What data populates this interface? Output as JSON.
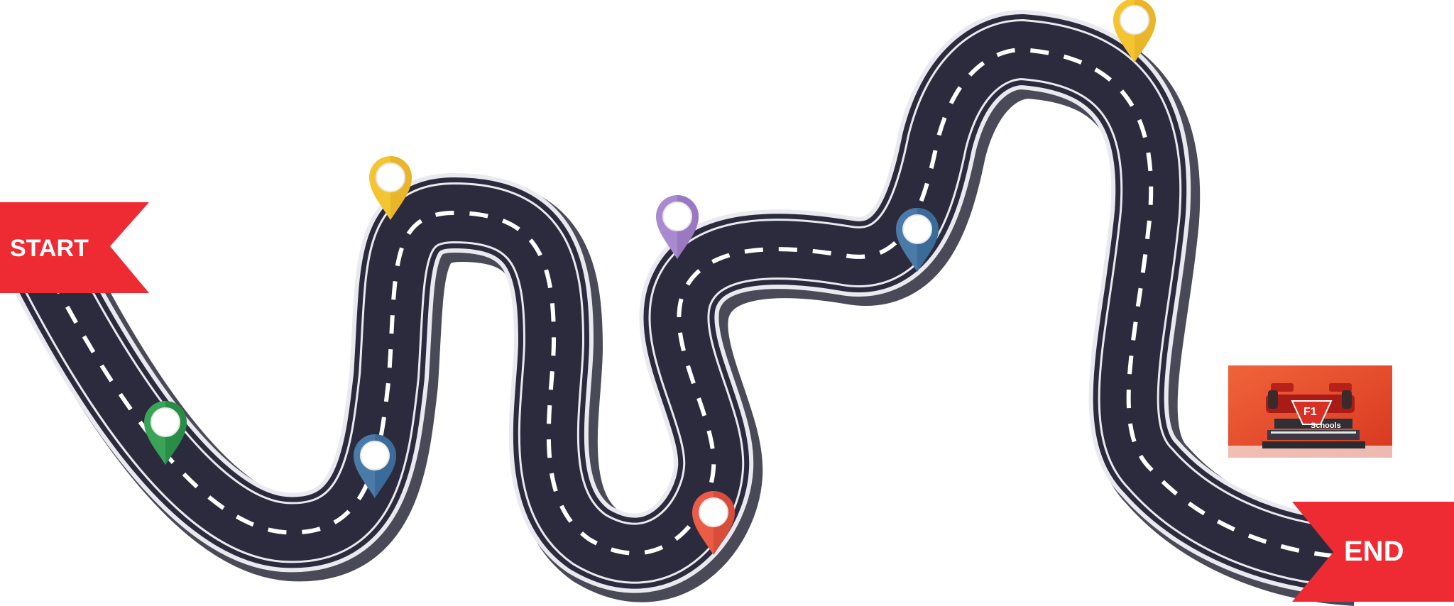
{
  "road": {
    "start_label": "START",
    "end_label": "END",
    "colors": {
      "asphalt": "#2c2b3d",
      "shadow": "#4a4958",
      "edge_line": "#e9e9ef",
      "dash": "#ffffff",
      "ribbon": "#ee2b32"
    }
  },
  "pins": [
    {
      "name": "green-map-pin-icon",
      "color": "#39a457",
      "dark": "#1d7a3a"
    },
    {
      "name": "blue-map-pin-icon",
      "color": "#4a7ba8",
      "dark": "#2f5f8a"
    },
    {
      "name": "yellow-map-pin-icon",
      "color": "#f4c531",
      "dark": "#e0a722"
    },
    {
      "name": "red-map-pin-icon",
      "color": "#ec5b45",
      "dark": "#c9412f"
    },
    {
      "name": "purple-map-pin-icon",
      "color": "#a98ad0",
      "dark": "#8b6cb6"
    },
    {
      "name": "blue-map-pin-icon",
      "color": "#4a7ba8",
      "dark": "#2f5f8a"
    },
    {
      "name": "yellow-map-pin-icon",
      "color": "#f4c531",
      "dark": "#e0a722"
    }
  ],
  "trophy_image": {
    "logo_text": "F1",
    "caption": "Schools",
    "background": "#e8492a"
  }
}
